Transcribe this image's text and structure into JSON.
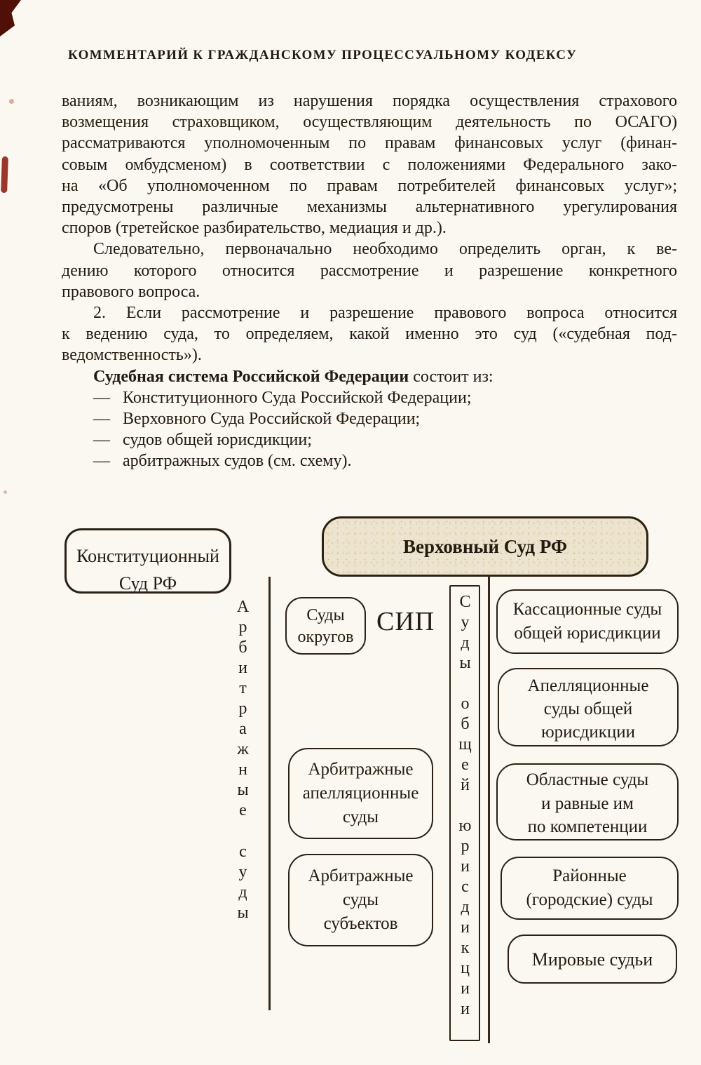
{
  "page": {
    "header": "КОММЕНТАРИЙ К ГРАЖДАНСКОМУ ПРОЦЕССУАЛЬНОМУ КОДЕКСУ",
    "colors": {
      "paper": "#fbf8f1",
      "ink": "#241b10",
      "box_border": "#2b2114",
      "supreme_court_fill": "#ede4cf",
      "artifact_red": "#8d2114",
      "artifact_dark": "#501008"
    }
  },
  "body": {
    "p1": {
      "lines": [
        "ваниям, возникающим из нарушения порядка осуществления страхового",
        "возмещения страховщиком, осуществляющим деятельность по ОСАГО)",
        "рассматриваются уполномоченным по правам финансовых услуг (финан-",
        "совым омбудсменом) в соответствии с положениями Федерального зако-",
        "на «Об уполномоченном по правам потребителей финансовых услуг»;",
        "предусмотрены различные механизмы альтернативного урегулирования",
        "споров (третейское разбирательство, медиация и др.)."
      ]
    },
    "p2": {
      "lines": [
        "Следовательно, первоначально необходимо определить орган, к ве-",
        "дению которого относится рассмотрение и разрешение конкретного",
        "правового вопроса."
      ]
    },
    "p3": {
      "lines": [
        "2. Если рассмотрение и разрешение правового вопроса относится",
        "к ведению суда, то определяем, какой именно это суд («судебная под-",
        "ведомственность»)."
      ]
    },
    "p4": {
      "bold": "Судебная система Российской Федерации",
      "rest": " состоит из:"
    },
    "list_dash": "—",
    "list": [
      "Конституционного Суда Российской Федерации;",
      "Верховного Суда Российской Федерации;",
      "судов общей юрисдикции;",
      "арбитражных судов (см. схему)."
    ]
  },
  "diagram": {
    "constitutional_court": [
      "Конституционный",
      "Суд РФ"
    ],
    "supreme_court": "Верховный Суд РФ",
    "arbitration_vertical": [
      "Арбитражные",
      "суды"
    ],
    "general_jurisdiction_vertical": [
      "Суды",
      "общей",
      "юрисдикции"
    ],
    "okrug_courts": [
      "Суды",
      "округов"
    ],
    "sip": "СИП",
    "cassation_courts": [
      "Кассационные суды",
      "общей юрисдикции"
    ],
    "appellate_courts": [
      "Апелляционные",
      "суды общей",
      "юрисдикции"
    ],
    "regional_courts": [
      "Областные суды",
      "и равные им",
      "по компетенции"
    ],
    "district_city_courts": [
      "Районные",
      "(городские) суды"
    ],
    "magistrate_judges": "Мировые судьи",
    "arbitration_appellate": [
      "Арбитражные",
      "апелляционные",
      "суды"
    ],
    "arbitration_subject": [
      "Арбитражные",
      "суды",
      "субъектов"
    ]
  }
}
